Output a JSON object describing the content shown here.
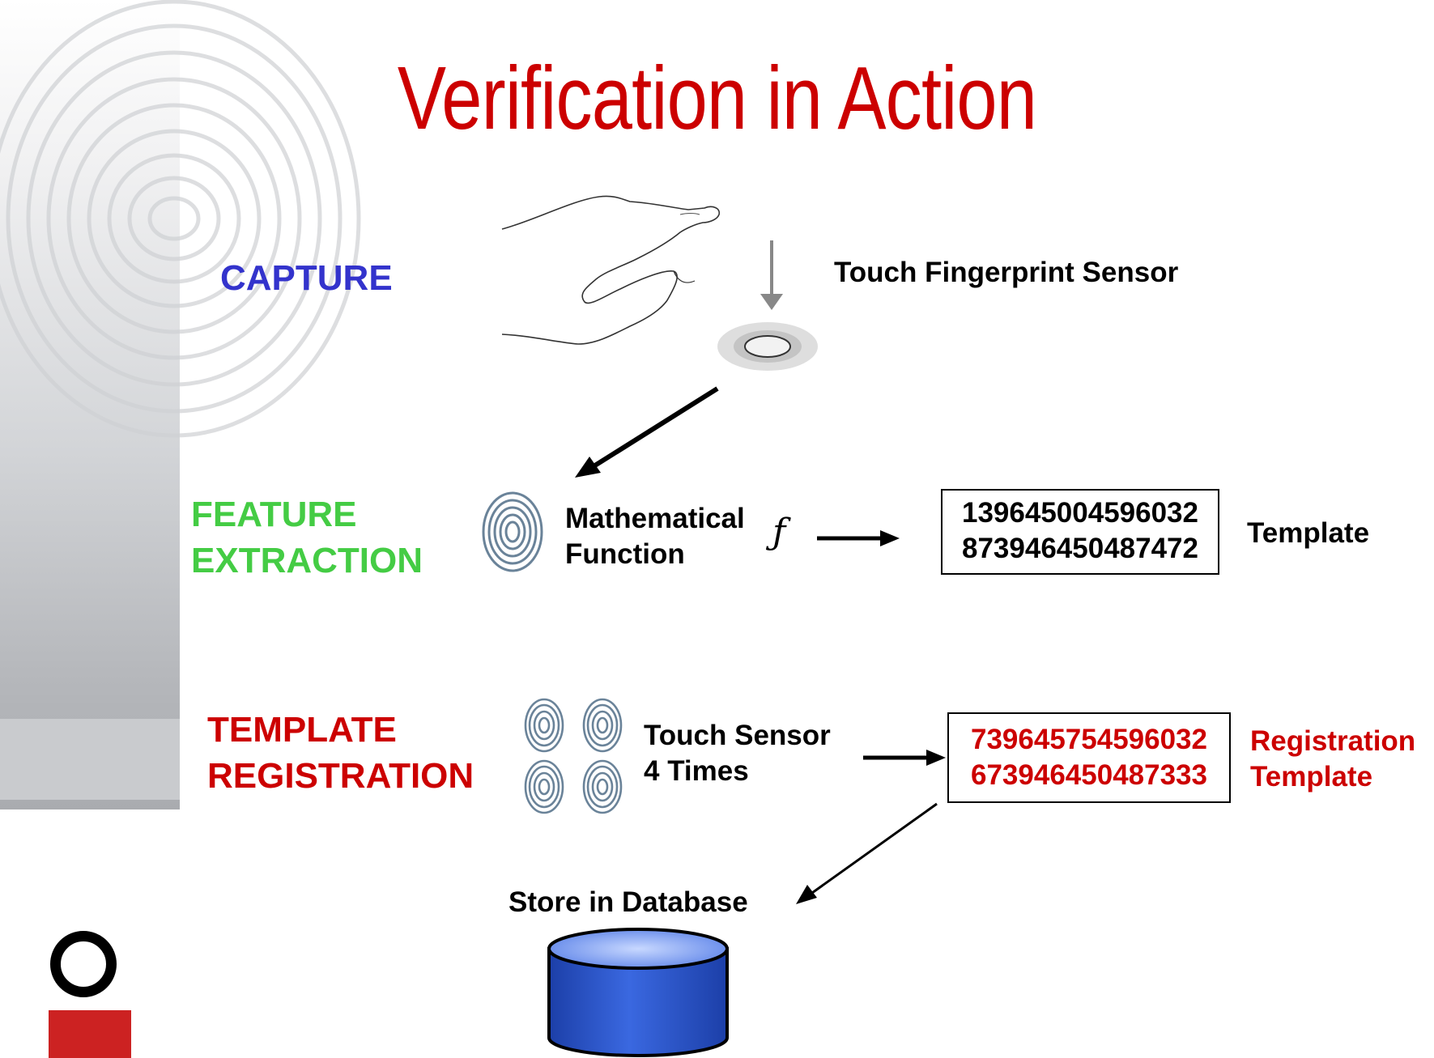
{
  "title": "Verification in Action",
  "capture": {
    "label": "CAPTURE",
    "caption": "Touch Fingerprint Sensor"
  },
  "extraction": {
    "label_line1": "FEATURE",
    "label_line2": "EXTRACTION",
    "function_line1": "Mathematical",
    "function_line2": "Function",
    "function_symbol": "ƒ",
    "template_line1": "139645004596032",
    "template_line2": "873946450487472",
    "template_caption": "Template"
  },
  "registration": {
    "label_line1": "TEMPLATE",
    "label_line2": "REGISTRATION",
    "touch_line1": "Touch Sensor",
    "touch_line2": "4 Times",
    "template_line1": "739645754596032",
    "template_line2": "673946450487333",
    "caption_line1": "Registration",
    "caption_line2": "Template"
  },
  "database": {
    "caption": "Store in Database"
  },
  "colors": {
    "title": "#cc0000",
    "capture": "#3333cc",
    "extraction": "#44cc44",
    "registration": "#cc0000",
    "database": "#2a52c8"
  }
}
